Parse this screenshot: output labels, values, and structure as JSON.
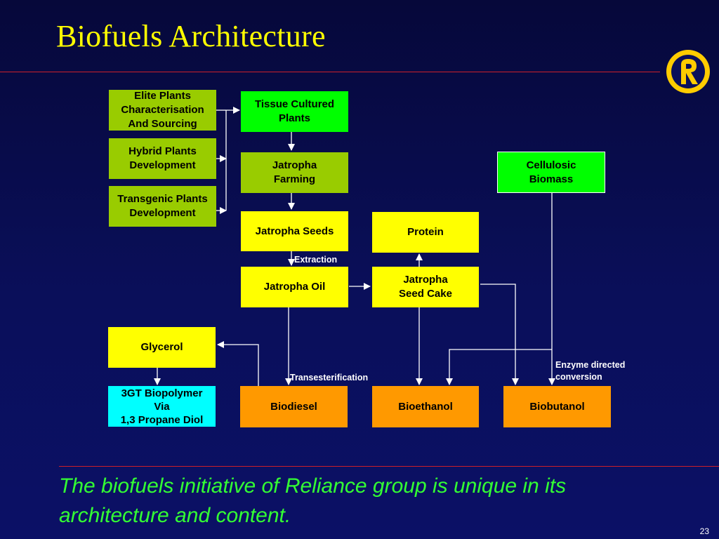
{
  "title": "Biofuels Architecture",
  "nodes": {
    "elite_plants": "Elite Plants\nCharacterisation\nAnd Sourcing",
    "hybrid_plants": "Hybrid Plants\nDevelopment",
    "transgenic_plants": "Transgenic Plants\nDevelopment",
    "tissue_cultured": "Tissue Cultured\nPlants",
    "jatropha_farming": "Jatropha\nFarming",
    "jatropha_seeds": "Jatropha Seeds",
    "protein": "Protein",
    "cellulosic_biomass": "Cellulosic\nBiomass",
    "jatropha_oil": "Jatropha Oil",
    "seed_cake": "Jatropha\nSeed Cake",
    "glycerol": "Glycerol",
    "biopolymer": "3GT Biopolymer\nVia\n1,3 Propane Diol",
    "biodiesel": "Biodiesel",
    "bioethanol": "Bioethanol",
    "biobutanol": "Biobutanol"
  },
  "labels": {
    "extraction": "Extraction",
    "transesterification": "Transesterification",
    "enzyme": "Enzyme directed\nconversion"
  },
  "caption": "The biofuels initiative of Reliance group is unique in its architecture and content.",
  "page_number": "23",
  "colors": {
    "title": "#ffff00",
    "caption": "#33ff33",
    "olive_box": "#99cc00",
    "green_box": "#00ff00",
    "yellow_box": "#ffff00",
    "orange_box": "#ff9900",
    "cyan_box": "#00ffff",
    "divider": "#cc1f2a",
    "logo": "#ffcc00"
  }
}
